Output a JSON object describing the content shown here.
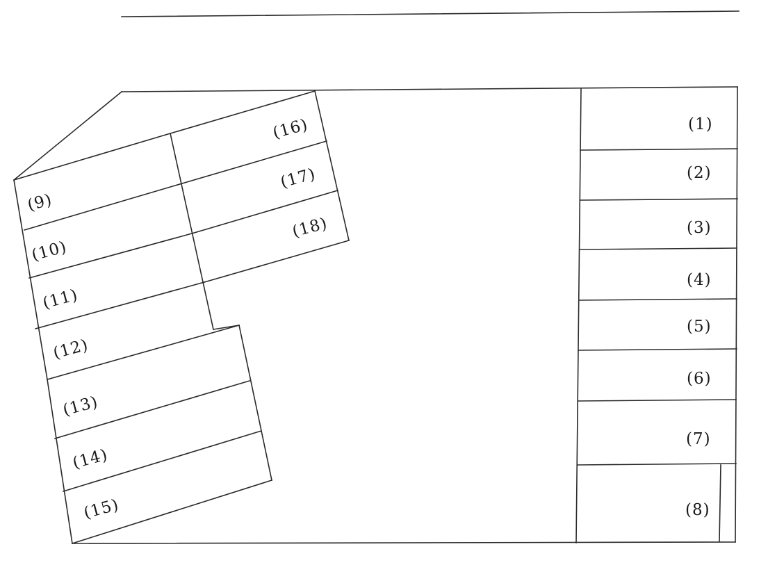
{
  "lots": {
    "right": [
      {
        "id": "lot-1",
        "label": "(1)"
      },
      {
        "id": "lot-2",
        "label": "(2)"
      },
      {
        "id": "lot-3",
        "label": "(3)"
      },
      {
        "id": "lot-4",
        "label": "(4)"
      },
      {
        "id": "lot-5",
        "label": "(5)"
      },
      {
        "id": "lot-6",
        "label": "(6)"
      },
      {
        "id": "lot-7",
        "label": "(7)"
      },
      {
        "id": "lot-8",
        "label": "(8)"
      }
    ],
    "left": [
      {
        "id": "lot-9",
        "label": "(9)"
      },
      {
        "id": "lot-10",
        "label": "(10)"
      },
      {
        "id": "lot-11",
        "label": "(11)"
      },
      {
        "id": "lot-12",
        "label": "(12)"
      },
      {
        "id": "lot-13",
        "label": "(13)"
      },
      {
        "id": "lot-14",
        "label": "(14)"
      },
      {
        "id": "lot-15",
        "label": "(15)"
      }
    ],
    "upper": [
      {
        "id": "lot-16",
        "label": "(16)"
      },
      {
        "id": "lot-17",
        "label": "(17)"
      },
      {
        "id": "lot-18",
        "label": "(18)"
      }
    ]
  }
}
